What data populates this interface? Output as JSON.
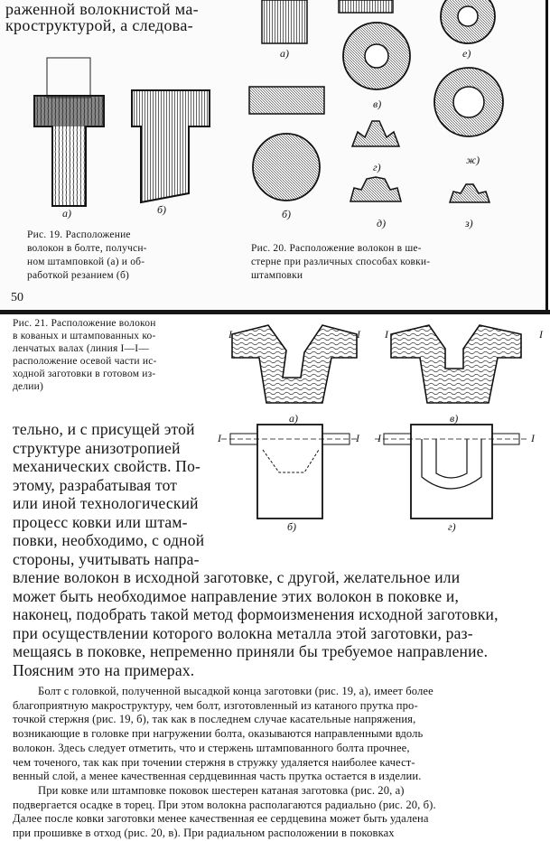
{
  "top_page": {
    "intro_lines": [
      "раженной волокнистой ма-",
      "кроструктурой,   а следова-"
    ],
    "fig19": {
      "labels": [
        "а)",
        "б)"
      ],
      "caption": [
        "Рис.  19.   Расположение",
        "волокон в болте, получсн-",
        "ном штамповкой (а) и об-",
        "работкой резанием (б)"
      ]
    },
    "fig20": {
      "labels": [
        "а)",
        "б)",
        "в)",
        "г)",
        "д)",
        "е)",
        "ж)",
        "з)"
      ],
      "caption": [
        "Рис.  20.  Расположение  волокон  в ше-",
        "стерне при различных способах ковки-",
        "штамповки"
      ]
    },
    "page_number": "50"
  },
  "bottom_page": {
    "fig21": {
      "labels": [
        "а)",
        "б)",
        "в)",
        "г)"
      ],
      "section_mark": "I",
      "caption": [
        "Рис. 21. Расположение волокон",
        "в кованых и штампованных ко-",
        "ленчатых валах (линия I—I—",
        "расположение осевой части ис-",
        "ходной заготовки в готовом из-",
        "делии)"
      ]
    },
    "body_large": [
      "тельно, и с присущей этой",
      "структуре    анизотропией",
      "механических свойств. По-",
      "этому,  разрабатывая  тот",
      "или иной технологический",
      "процесс  ковки  или  штам-",
      "повки, необходимо, с одной",
      "стороны, учитывать напра-",
      "вление  волокон  в  исходной  заготовке,  с  другой,  желательное  или",
      "может  быть  необходимое  направление  этих  волокон  в  поковке  и,",
      "наконец, подобрать такой метод формоизменения исходной заготовки,",
      "при  осуществлении  которого  волокна  металла  этой  заготовки,  раз-",
      "мещаясь в поковке, непременно приняли бы требуемое направление.",
      "Поясним это на примерах."
    ],
    "body_small": [
      "Болт с головкой, полученной высадкой конца заготовки (рис. 19, а), имеет более",
      "благоприятную макроструктуру, чем болт, изготовленный из катаного прутка про-",
      "точкой стержня (рис. 19, б), так как в последнем случае касательные напряжения,",
      "возникающие в головке при нагружении болта, оказываются направленными вдоль",
      "волокон. Здесь следует отметить, что и стержень штампованного болта прочнее,",
      "чем точеного, так как при точении стержня в стружку удаляется наиболее качест-",
      "венный слой, а менее качественная сердцевинная часть прутка остается в изделии.",
      "При ковке или штамповке поковок шестерен катаная заготовка (рис. 20, а)",
      "подвергается осадке в торец. При этом волокна располагаются радиально (рис. 20, б).",
      "Далее после ковки заготовки менее качественная ее сердцевина может быть удалена",
      "при прошивке в отход (рис. 20, в). При радиальном расположении в поковках"
    ]
  }
}
